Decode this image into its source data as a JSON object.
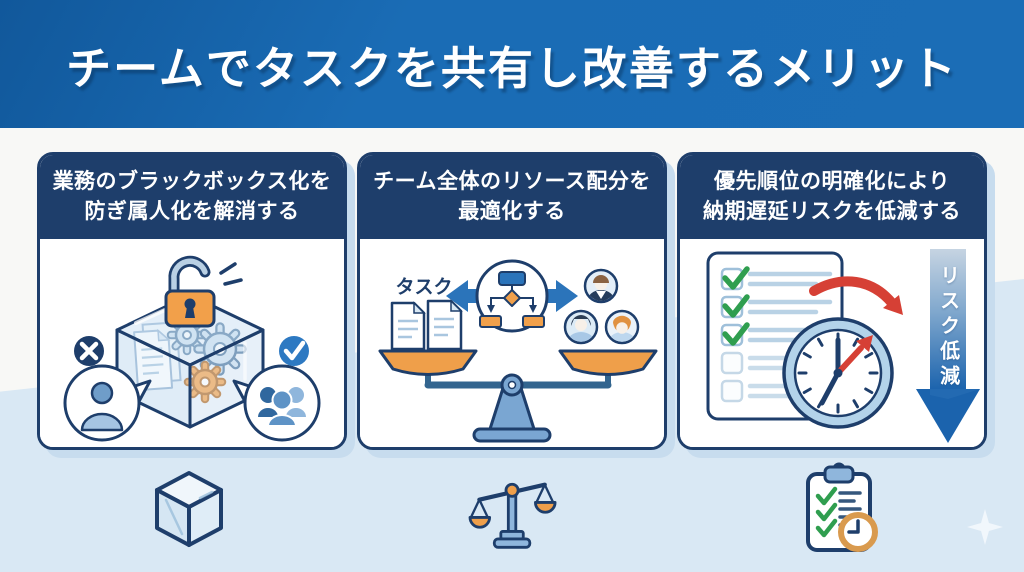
{
  "title": "チームでタスクを共有し改善するメリット",
  "cards": [
    {
      "heading_lines": [
        "業務のブラックボックス化を",
        "防ぎ属人化を解消する"
      ],
      "illustration": "transparent-box-with-open-padlock-documents-gears-person-x-and-team-check"
    },
    {
      "heading_lines": [
        "チーム全体のリソース配分を",
        "最適化する"
      ],
      "labels": {
        "task": "タスク"
      },
      "illustration": "balance-scale-tasks-vs-team-members-with-flowchart"
    },
    {
      "heading_lines": [
        "優先順位の明確化により",
        "納期遅延リスクを低減する"
      ],
      "labels": {
        "risk_reduction": "リスク低減"
      },
      "illustration": "priority-checklist-clock-and-risk-down-arrow"
    }
  ],
  "footer_icons": [
    "transparent-cube-icon",
    "balance-scale-icon",
    "checklist-clock-icon",
    "sparkle-icon"
  ],
  "colors": {
    "banner_blue": "#1a6cb5",
    "header_navy": "#1e3e6b",
    "accent_orange": "#ef9f4a",
    "accent_blue": "#2b74ba",
    "success_green": "#2f9e4f",
    "alert_red": "#d64035",
    "lower_background": "#d9e8f4",
    "card_shadow": "#c7dcee"
  }
}
